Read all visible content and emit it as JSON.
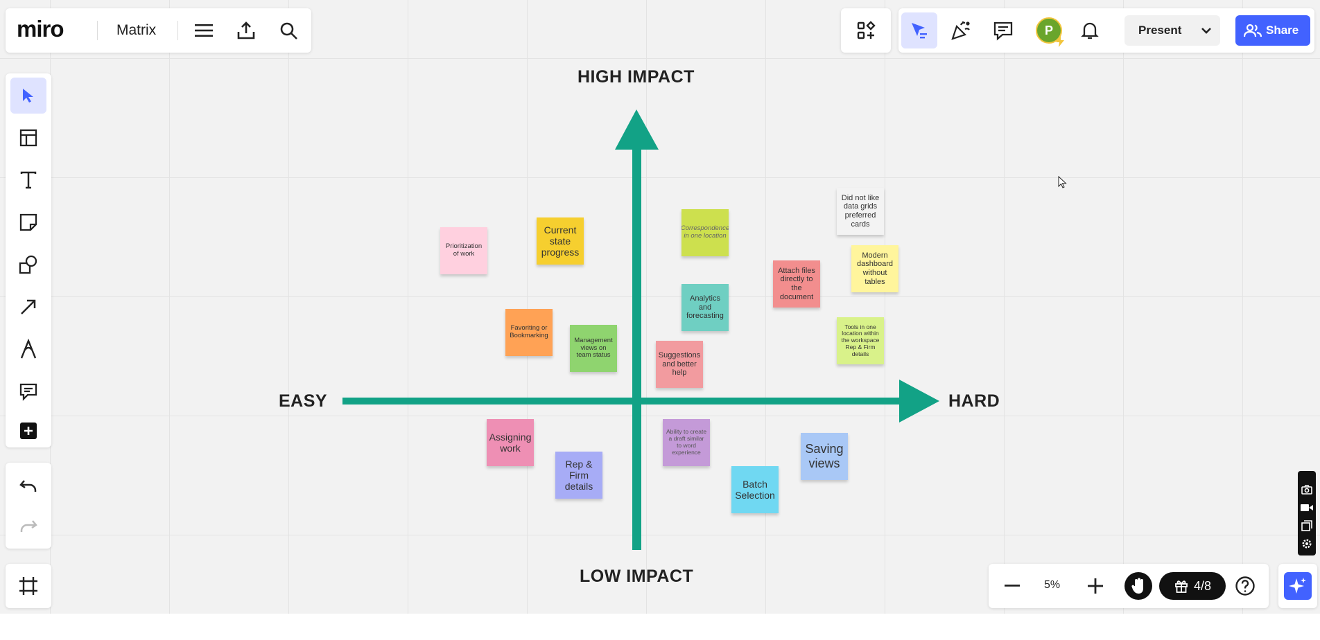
{
  "app": {
    "logo": "miro",
    "board_title": "Matrix"
  },
  "topbar": {
    "present_label": "Present",
    "share_label": "Share",
    "avatar_initial": "P",
    "avatar_color": "#6aa52c",
    "accent_color": "#4262ff"
  },
  "matrix": {
    "high_impact": "HIGH IMPACT",
    "low_impact": "LOW IMPACT",
    "easy": "EASY",
    "hard": "HARD",
    "arrow_color": "#12a286"
  },
  "stickies": [
    {
      "text": "Prioritization of work",
      "color": "#ffd0df"
    },
    {
      "text": "Current state progress",
      "color": "#f6cf2f"
    },
    {
      "text": "Correspondence in one location",
      "color": "#cde04e"
    },
    {
      "text": "Did not like data grids preferred cards",
      "color": "#f3f3f3"
    },
    {
      "text": "Modern dashboard without tables",
      "color": "#fff59c"
    },
    {
      "text": "Attach files directly to the document",
      "color": "#f28e8e"
    },
    {
      "text": "Analytics and forecasting",
      "color": "#6fcfc2"
    },
    {
      "text": "Favoriting or Bookmarking",
      "color": "#ffa255"
    },
    {
      "text": "Management views on team status",
      "color": "#8fd46f"
    },
    {
      "text": "Suggestions and better help",
      "color": "#f29b9f"
    },
    {
      "text": "Tools in one location within the workspace Rep & Firm details",
      "color": "#d9f28a"
    },
    {
      "text": "Assigning work",
      "color": "#ee8fb4"
    },
    {
      "text": "Ability to create a draft similar to word experience",
      "color": "#c49ad8"
    },
    {
      "text": "Saving views",
      "color": "#a9c8f6"
    },
    {
      "text": "Rep & Firm details",
      "color": "#a7acf6"
    },
    {
      "text": "Batch Selection",
      "color": "#70d8f2"
    }
  ],
  "zoom": {
    "level": "5%"
  },
  "gifts": {
    "progress": "4/8"
  },
  "icons": {
    "left_toolbar": [
      "cursor-icon",
      "templates-icon",
      "text-icon",
      "sticky-note-icon",
      "shapes-icon",
      "arrow-line-icon",
      "pen-icon",
      "comment-icon",
      "add-icon",
      "undo-icon",
      "redo-icon",
      "frame-icon"
    ],
    "top_left": [
      "menu-icon",
      "upload-icon",
      "search-icon"
    ],
    "top_right": [
      "apps-icon",
      "cursor-follow-icon",
      "celebrate-icon",
      "chat-icon",
      "bell-icon",
      "chevron-down-icon",
      "share-people-icon"
    ],
    "bottom": [
      "zoom-out-icon",
      "zoom-in-icon",
      "hand-icon",
      "gift-icon",
      "help-icon",
      "ai-sparkle-icon"
    ]
  }
}
